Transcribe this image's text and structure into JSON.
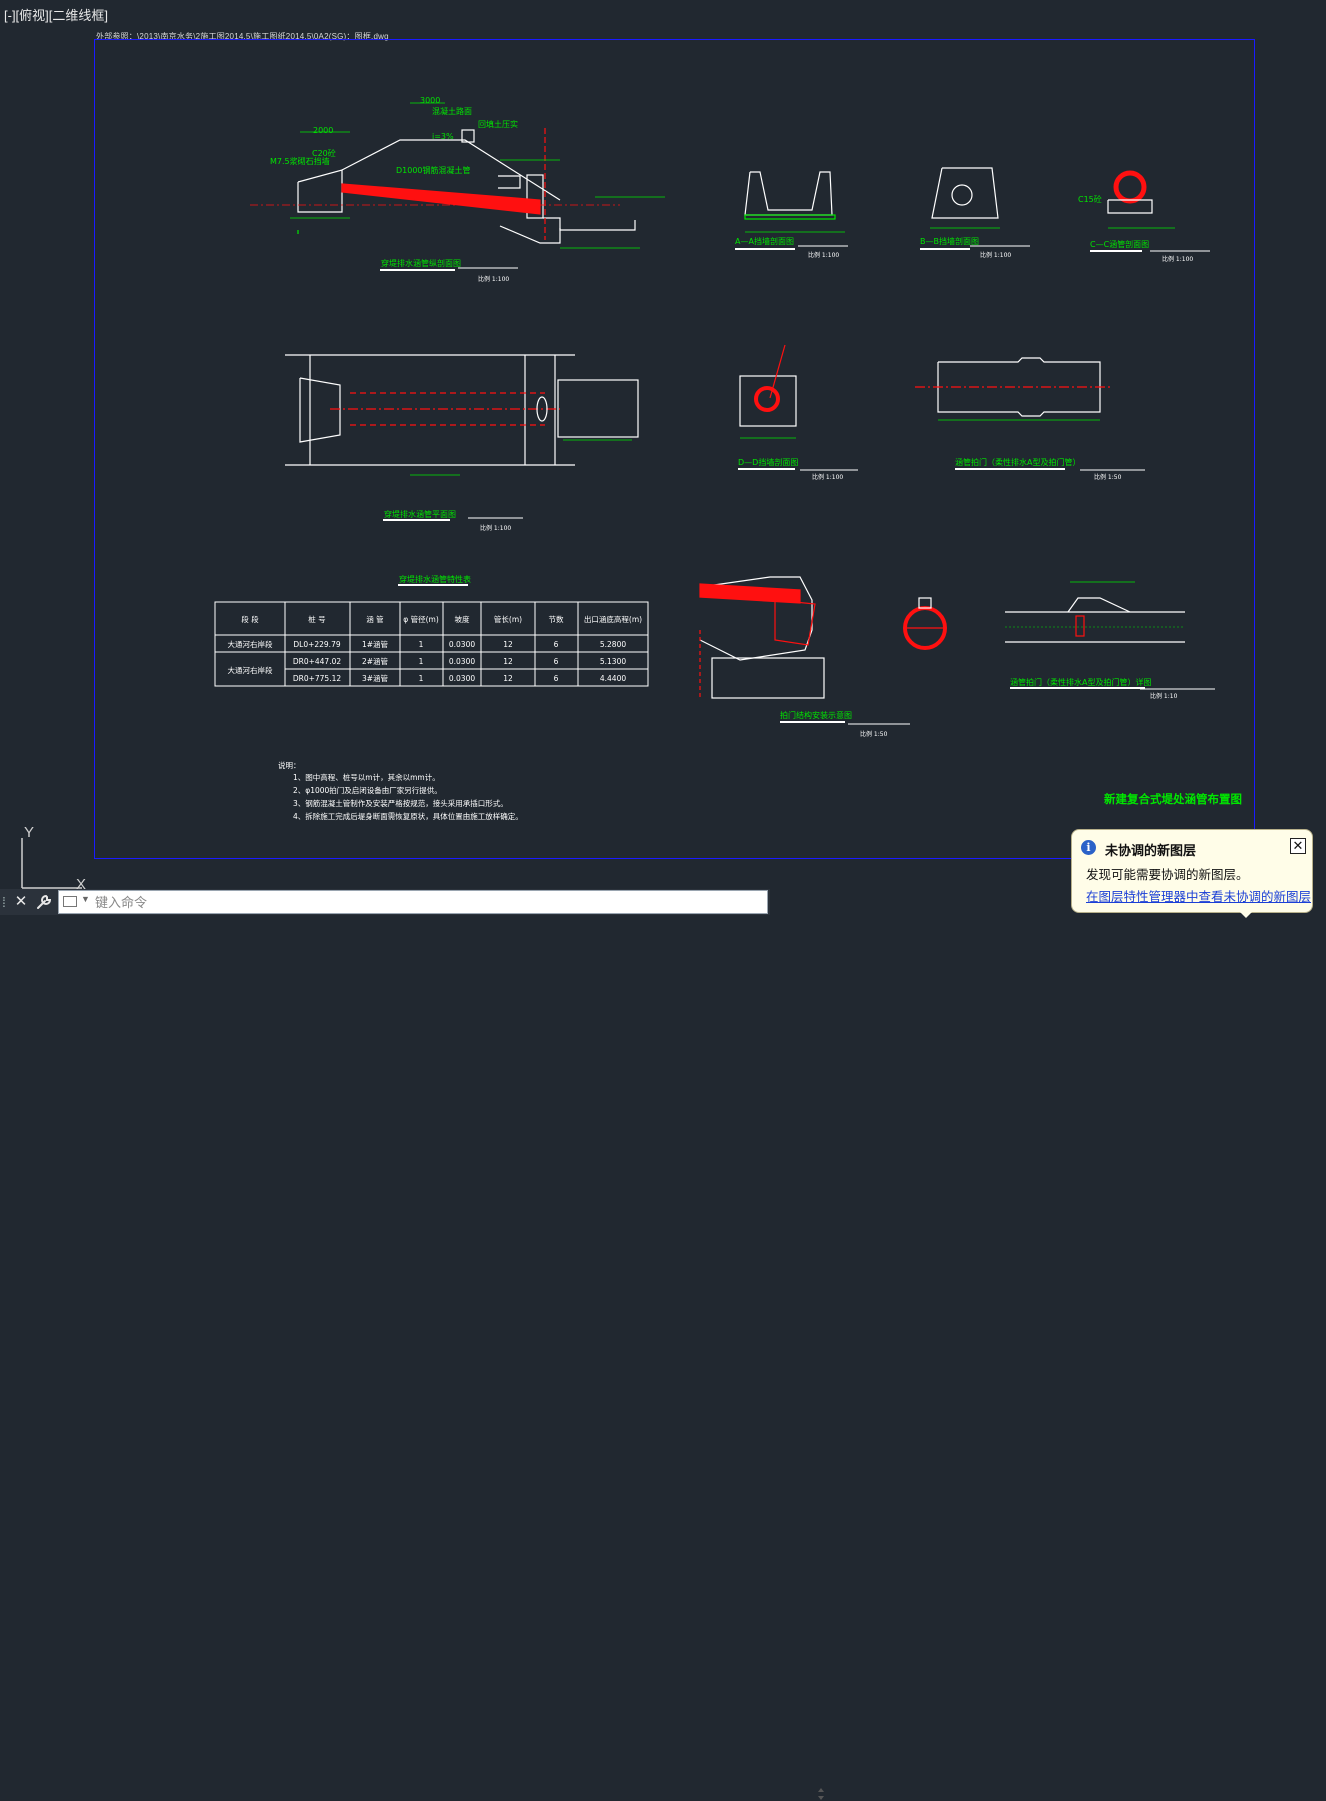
{
  "viewport": {
    "label": "[-][俯视][二维线框]"
  },
  "xref_path": "外部参照：\\2013\\南京水务\\2施工图2014.5\\施工图纸2014.5\\0A2(SG)：图框.dwg",
  "drawing": {
    "main_title": "新建复合式堤处涵管布置图",
    "views": {
      "longitudinal": "穿堤排水涵管纵剖面图",
      "plan": "穿堤排水涵管平面图",
      "table_title": "穿堤排水涵管特性表",
      "aa": "A—A挡墙剖面图",
      "bb": "B—B挡墙剖面图",
      "cc": "C—C涵管剖面图",
      "dd": "D—D挡墙剖面图",
      "gate_elev": "涵管拍门（柔性排水A型及拍门管）",
      "gate_detail": "涵管拍门（柔性排水A型及拍门管）详图",
      "gate_install": "拍门结构安装示意图"
    },
    "scales": {
      "s100": "比例 1:100",
      "s50": "比例 1:50",
      "s10": "比例 1:10"
    },
    "labels": {
      "m75_1": "M7.5浆砌石挡墙",
      "c20_1": "C20砼",
      "d1000_1": "D1000钢筋混凝土管",
      "c15": "C15砼",
      "road": "混凝土路面",
      "slope": "i=3%",
      "fill": "回填土压实",
      "dim_3000": "3000",
      "dim_2000": "2000"
    },
    "table": {
      "headers": [
        "段 段",
        "桩 号",
        "涵 管",
        "φ 管径(m)",
        "坡度",
        "管长(m)",
        "节数",
        "出口涵底高程(m)"
      ],
      "rows": [
        [
          "大通河右岸段",
          "DL0+229.79",
          "1#涵管",
          "1",
          "0.0300",
          "12",
          "6",
          "5.2800"
        ],
        [
          "",
          "DR0+447.02",
          "2#涵管",
          "1",
          "0.0300",
          "12",
          "6",
          "5.1300"
        ],
        [
          "",
          "DR0+775.12",
          "3#涵管",
          "1",
          "0.0300",
          "12",
          "6",
          "4.4400"
        ]
      ],
      "merged_label": "大通河右岸段"
    },
    "notes": {
      "title": "说明：",
      "items": [
        "1、图中高程、桩号以m计，其余以mm计。",
        "2、φ1000拍门及启闭设备由厂家另行提供。",
        "3、钢筋混凝土管制作及安装严格按规范，接头采用承插口形式。",
        "4、拆除施工完成后堤身断面需恢复原状，具体位置由施工放样确定。"
      ]
    }
  },
  "ucs": {
    "y": "Y",
    "x": "X"
  },
  "command_line": {
    "placeholder": "键入命令",
    "close_glyph": "✕",
    "grip_glyph": "⁞"
  },
  "notification": {
    "title": "未协调的新图层",
    "body": "发现可能需要协调的新图层。",
    "link": "在图层特性管理器中查看未协调的新图层",
    "close_glyph": "✕",
    "info_glyph": "i"
  },
  "colors": {
    "background": "#212830",
    "frame": "#1a1aff",
    "cad_green": "#00e600",
    "cad_red": "#ff1010",
    "cad_white": "#ffffff"
  }
}
